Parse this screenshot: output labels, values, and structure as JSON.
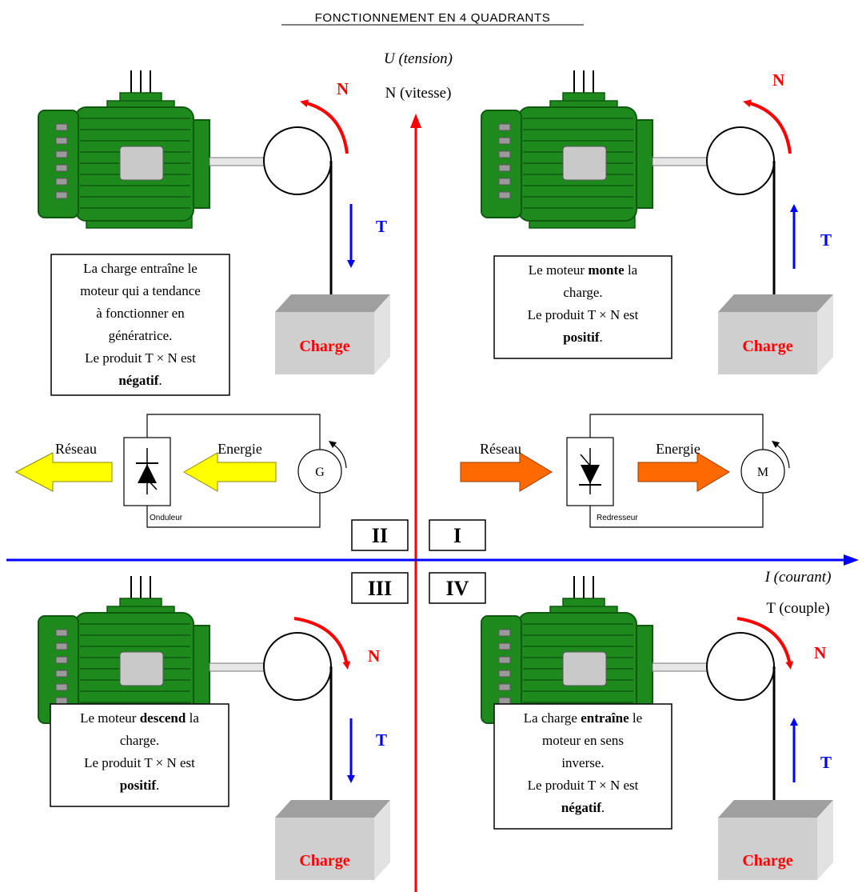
{
  "title": "FONCTIONNEMENT EN 4 QUADRANTS",
  "axes": {
    "y_label": "U (tension)",
    "y_label2": "N (vitesse)",
    "x_label": "I (courant)",
    "x_label2": "T (couple)"
  },
  "quadrants": {
    "q1": "I",
    "q2": "II",
    "q3": "III",
    "q4": "IV"
  },
  "labels": {
    "speed": "N",
    "torque": "T",
    "load": "Charge"
  },
  "boxes": {
    "q2": {
      "l1": "La charge entraîne le",
      "l2": "moteur qui a tendance",
      "l3": "à fonctionner en",
      "l4": "génératrice.",
      "l5": "Le produit T × N est",
      "l6_bold": "négatif",
      "l6_end": "."
    },
    "q1": {
      "l1_a": "Le moteur ",
      "l1_bold": "monte",
      "l1_b": " la",
      "l2": "charge.",
      "l3": "Le produit T × N est",
      "l4_bold": "positif",
      "l4_end": "."
    },
    "q3": {
      "l1_a": "Le moteur ",
      "l1_bold": "descend",
      "l1_b": " la",
      "l2": "charge.",
      "l3": "Le produit T × N est",
      "l4_bold": "positif",
      "l4_end": "."
    },
    "q4": {
      "l1_a": "La charge ",
      "l1_bold": "entraîne",
      "l1_b": " le",
      "l2": "moteur en sens",
      "l3": "inverse.",
      "l4": "Le produit T × N est",
      "l5_bold": "négatif",
      "l5_end": "."
    }
  },
  "energy": {
    "left": {
      "reseau": "Réseau",
      "energie": "Energie",
      "machine": "G",
      "converter": "Onduleur"
    },
    "right": {
      "reseau": "Réseau",
      "energie": "Energie",
      "machine": "M",
      "converter": "Redresseur"
    }
  },
  "colors": {
    "motor": "#1e8a1e",
    "motor_dark": "#0f5a0f",
    "vertical_axis": "#ff0000",
    "horizontal_axis": "#0000ff",
    "speed_arrow": "#ff0000",
    "torque_arrow": "#0000ff",
    "arrow_yellow": "#ffff00",
    "arrow_orange": "#ff6a00"
  }
}
